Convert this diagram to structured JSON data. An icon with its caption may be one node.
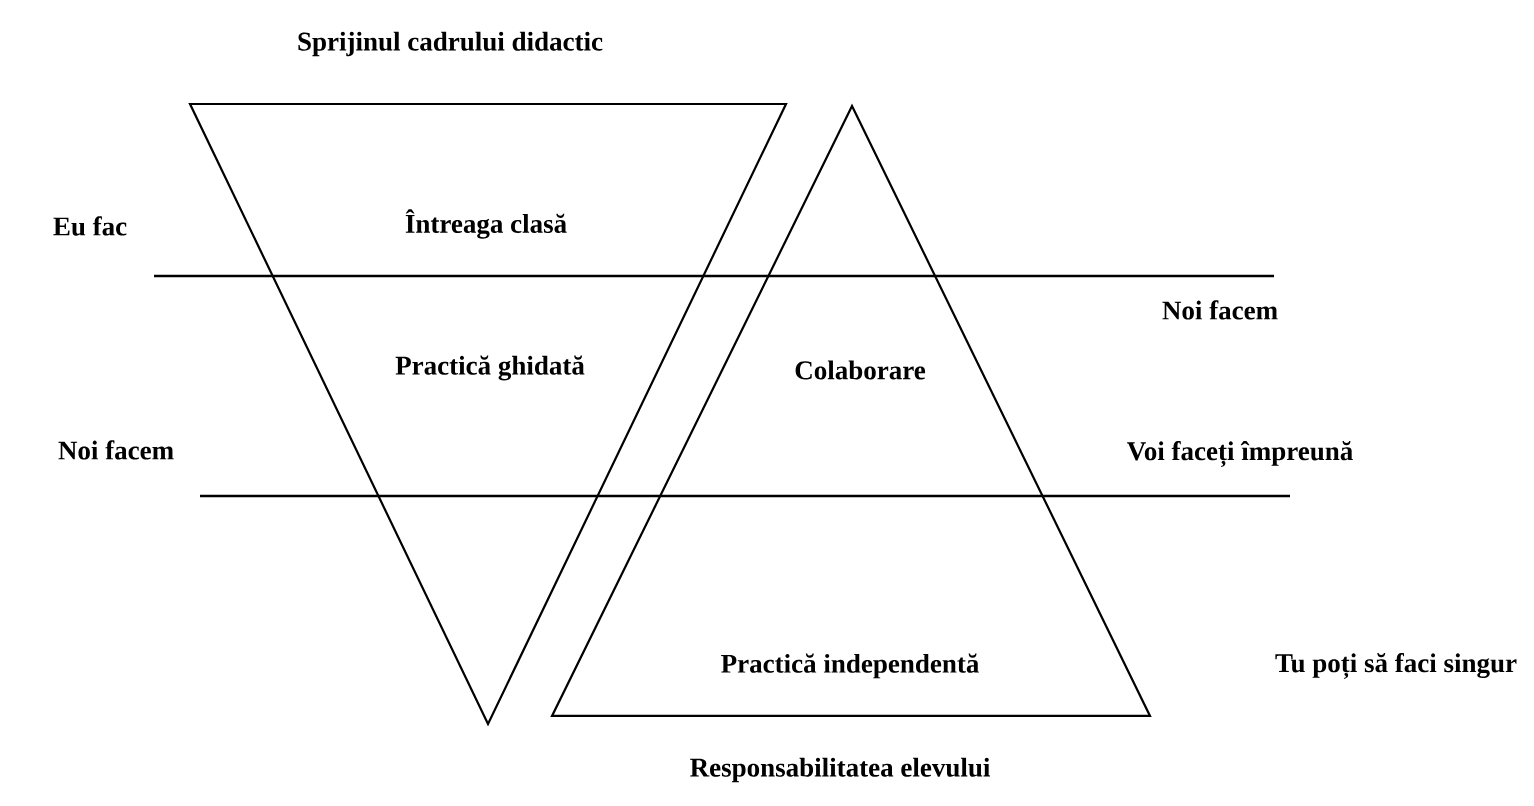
{
  "diagram": {
    "nodes": [
      {
        "text": [
          "Sprijinul cadrului didactic",
          "Întreaga clasă",
          "Practică ghidată"
        ]
      },
      {
        "text": [
          "Colaborare",
          "Practică independentă",
          "Responsabilitatea elevului"
        ]
      }
    ],
    "labels": [
      "Eu fac",
      "Noi facem",
      "Noi facem",
      "Voi faceți împreună",
      "Tu poți să faci singur"
    ]
  }
}
